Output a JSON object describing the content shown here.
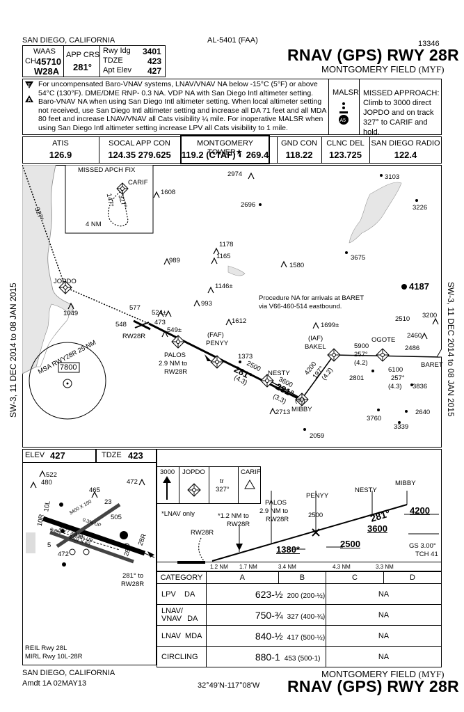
{
  "header": {
    "city": "SAN DIEGO, CALIFORNIA",
    "procedure_id": "AL-5401 (FAA)",
    "chart_number": "13346",
    "title": "RNAV (GPS) RWY 28R",
    "airport": "MONTGOMERY FIELD",
    "airport_id": "(MYF)"
  },
  "briefing": {
    "waas_label": "WAAS",
    "ch_label": "CH",
    "ch_value": "45710",
    "waas_id": "W28A",
    "app_crs_label": "APP CRS",
    "app_crs": "281°",
    "rwy_ldg_label": "Rwy Idg",
    "rwy_ldg": "3401",
    "tdze_label": "TDZE",
    "tdze": "423",
    "apt_elev_label": "Apt Elev",
    "apt_elev": "427"
  },
  "notes": {
    "note1": "For uncompensated Baro-VNAV systems, LNAV/VNAV NA below -15°C (5°F) or above 54°C (130°F). DME/DME RNP- 0.3 NA. VDP NA with San Diego Intl altimeter setting.",
    "note2": "Baro-VNAV NA when using San Diego Intl altimeter setting. When local altimeter setting not received, use San Diego Intl altimeter setting and increase all DA 71 feet and all MDA 80 feet and increase LNAV/VNAV all Cats visibility ¼ mile. For inoperative MALSR when using San Diego Intl altimeter setting increase LPV all Cats visibility to 1 mile.",
    "malsr": "MALSR",
    "missed_approach": "MISSED APPROACH: Climb to 3000 direct JOPDO and on track 327° to CARIF and hold."
  },
  "frequencies": [
    {
      "label": "ATIS",
      "value": "126.9"
    },
    {
      "label": "SOCAL APP CON",
      "value": "124.35 279.625"
    },
    {
      "label": "MONTGOMERY TOWER★",
      "value": "119.2 (CTAF) ◐ 269.4"
    },
    {
      "label": "GND CON",
      "value": "118.22"
    },
    {
      "label": "CLNC DEL",
      "value": "123.725"
    },
    {
      "label": "SAN DIEGO RADIO",
      "value": "122.4"
    }
  ],
  "plan_view": {
    "missed_apch_fix": "MISSED APCH FIX",
    "carif": "CARIF",
    "inset_147": "147°",
    "inset_327": "327°",
    "inset_4nm": "4 NM",
    "jopdo": "JOPDO",
    "track_327": "327°",
    "msa": "MSA RWY28R 25 NM",
    "msa_alt": "7800",
    "rw28r": "RW28R",
    "palos": "PALOS",
    "palos_dist": "2.9 NM to",
    "palos_rw": "RW28R",
    "faf": "(FAF)",
    "penyy": "PENYY",
    "nesty": "NESTY",
    "if_label": "(IF)",
    "mibby": "MIBBY",
    "iaf": "(IAF)",
    "bakel": "BAKEL",
    "ogote": "OGOTE",
    "baret": "BARET",
    "procedure_na": "Procedure NA for arrivals at BARET",
    "procedure_na2": "via V66-460-514 eastbound.",
    "seg_2500": "2500",
    "seg_281a": "281°",
    "seg_43a": "(4.3)",
    "seg_3600": "3600",
    "seg_281b": "281°",
    "seg_33": "(3.3)",
    "seg_4200": "4200",
    "seg_197": "197°",
    "seg_42a": "(4.2)",
    "seg_5900": "5900",
    "seg_257a": "257°",
    "seg_42b": "(4.2)",
    "seg_6100": "6100",
    "seg_257b": "257°",
    "seg_43b": "(4.3)",
    "obstacles": [
      "2974",
      "3103",
      "1608",
      "2696",
      "3226",
      "1178",
      "989",
      "1165",
      "3675",
      "1580",
      "4187",
      "1146±",
      "993",
      "577",
      "524±",
      "548",
      "473",
      "549±",
      "1612",
      "1373",
      "1049",
      "3200",
      "2510",
      "2460",
      "2486",
      "1699±",
      "2801",
      "3836",
      "2713",
      "3760",
      "2640",
      "3339",
      "2059"
    ]
  },
  "airport_diagram": {
    "elev_label": "ELEV",
    "elev": "427",
    "tdze_label": "TDZE",
    "tdze": "423",
    "obs_522": "522",
    "obs_480": "480",
    "obs_465": "465",
    "obs_472a": "472",
    "obs_505": "505",
    "obs_472b": "472",
    "rwy_10l": "10L",
    "rwy_10r": "10R",
    "rwy_28r": "28R",
    "rwy_28l": "28L",
    "rwy_5": "5",
    "rwy_23": "23",
    "dim1": "3400 X 150",
    "dim2": "4577 X 150",
    "dim3": "3401 X 60",
    "grad1": "0.3% UP",
    "grad2": "0.3% UP",
    "grad3": "0.3%",
    "track_note": "281° to",
    "track_note2": "RW28R",
    "reil": "REIL Rwy 28L",
    "mirl": "MIRL Rwy 10L-28R"
  },
  "profile": {
    "climb": "3000",
    "jopdo": "JOPDO",
    "tr": "tr",
    "tr_327": "327°",
    "carif": "CARIF",
    "lnav_only": "*LNAV only",
    "nm_note": "*1.2 NM to",
    "nm_note2": "RW28R",
    "palos": "PALOS",
    "palos_dist": "2.9 NM to",
    "palos_rw": "RW28R",
    "penyy": "PENYY",
    "nesty": "NESTY",
    "mibby": "MIBBY",
    "alt_2500": "2500",
    "alt_4200": "4200",
    "alt_3600": "3600",
    "alt_2500b": "2500",
    "alt_1380": "1380*",
    "course": "281°",
    "rw28r": "RW28R",
    "gs": "GS 3.00°",
    "tch": "TCH 41",
    "dist": [
      "1.2 NM",
      "1.7 NM",
      "3.4 NM",
      "4.3 NM",
      "3.3 NM"
    ]
  },
  "minimums": {
    "headers": [
      "CATEGORY",
      "A",
      "B",
      "C",
      "D"
    ],
    "rows": [
      {
        "label": "LPV",
        "type": "DA",
        "a": "623-½",
        "b": "200 (200-½)",
        "cd": "NA"
      },
      {
        "label": "LNAV/ VNAV",
        "type": "DA",
        "a": "750-¾",
        "b": "327 (400-¾)",
        "cd": "NA"
      },
      {
        "label": "LNAV",
        "type": "MDA",
        "a": "840-½",
        "b": "417 (500-½)",
        "cd": "NA"
      },
      {
        "label": "CIRCLING",
        "type": "",
        "a": "880-1",
        "b": "453 (500-1)",
        "cd": "NA"
      }
    ]
  },
  "footer": {
    "city": "SAN DIEGO, CALIFORNIA",
    "amdt": "Amdt 1A  02MAY13",
    "coords": "32°49'N-117°08'W",
    "airport": "MONTGOMERY FIELD",
    "airport_id": "(MYF)",
    "title": "RNAV (GPS) RWY 28R"
  },
  "side_text": "SW-3, 11 DEC 2014 to 08 JAN 2015"
}
